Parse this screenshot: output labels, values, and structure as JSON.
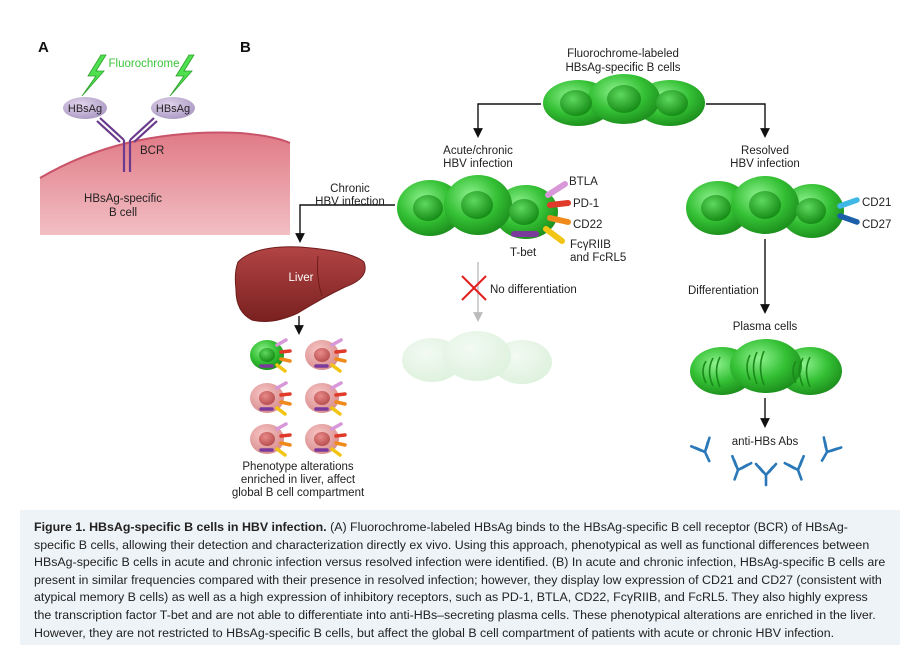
{
  "panel_a": {
    "letter": "A",
    "fluorochrome": "Fluorochrome",
    "antigen_left": "HBsAg",
    "antigen_right": "HBsAg",
    "receptor": "BCR",
    "cell_line1": "HBsAg-specific",
    "cell_line2": "B cell"
  },
  "panel_b": {
    "letter": "B",
    "top_title_line1": "Fluorochrome-labeled",
    "top_title_line2": "HBsAg-specific B cells",
    "acute_line1": "Acute/chronic",
    "acute_line2": "HBV infection",
    "resolved_line1": "Resolved",
    "resolved_line2": "HBV infection",
    "chronic_line1": "Chronic",
    "chronic_line2": "HBV infection",
    "markers": {
      "btla": "BTLA",
      "pd1": "PD-1",
      "cd22": "CD22",
      "fcgr_line1": "FcγRIIB",
      "fcgr_line2": "and FcRL5",
      "tbet": "T-bet",
      "cd21": "CD21",
      "cd27": "CD27"
    },
    "liver": "Liver",
    "no_differentiation": "No differentiation",
    "differentiation": "Differentiation",
    "plasma_cells": "Plasma cells",
    "antibodies": "anti-HBs Abs",
    "phenotype_line1": "Phenotype alterations",
    "phenotype_line2": "enriched in liver, affect",
    "phenotype_line3": "global B cell compartment"
  },
  "caption": {
    "title": "Figure 1. HBsAg-specific B cells in HBV infection.",
    "text": " (A) Fluorochrome-labeled HBsAg binds to the HBsAg-specific B cell receptor (BCR) of HBsAg-specific B cells, allowing their detection and characterization directly ex vivo. Using this approach, phenotypical as well as functional differences between HBsAg-specific B cells in acute and chronic infection versus resolved infection were identified. (B) In acute and chronic infection, HBsAg-specific B cells are present in similar frequencies compared with their presence in resolved infection; however, they display low expression of CD21 and CD27 (consistent with atypical memory B cells) as well as a high expression of inhibitory receptors, such as PD-1, BTLA, CD22, FcγRIIB, and FcRL5. They also highly express the transcription factor T-bet and are not able to differentiate into anti-HBs–secreting plasma cells. These phenotypical alterations are enriched in the liver. However, they are not restricted to HBsAg-specific B cells, but affect the global B cell compartment of patients with acute or chronic HBV infection."
  },
  "colors": {
    "cell_green": "#2fb52f",
    "nucleus_green": "#169916",
    "liver_red": "#8f2a2a",
    "bcr_purple": "#6a3a8c",
    "antibody_blue": "#2a78b8"
  }
}
